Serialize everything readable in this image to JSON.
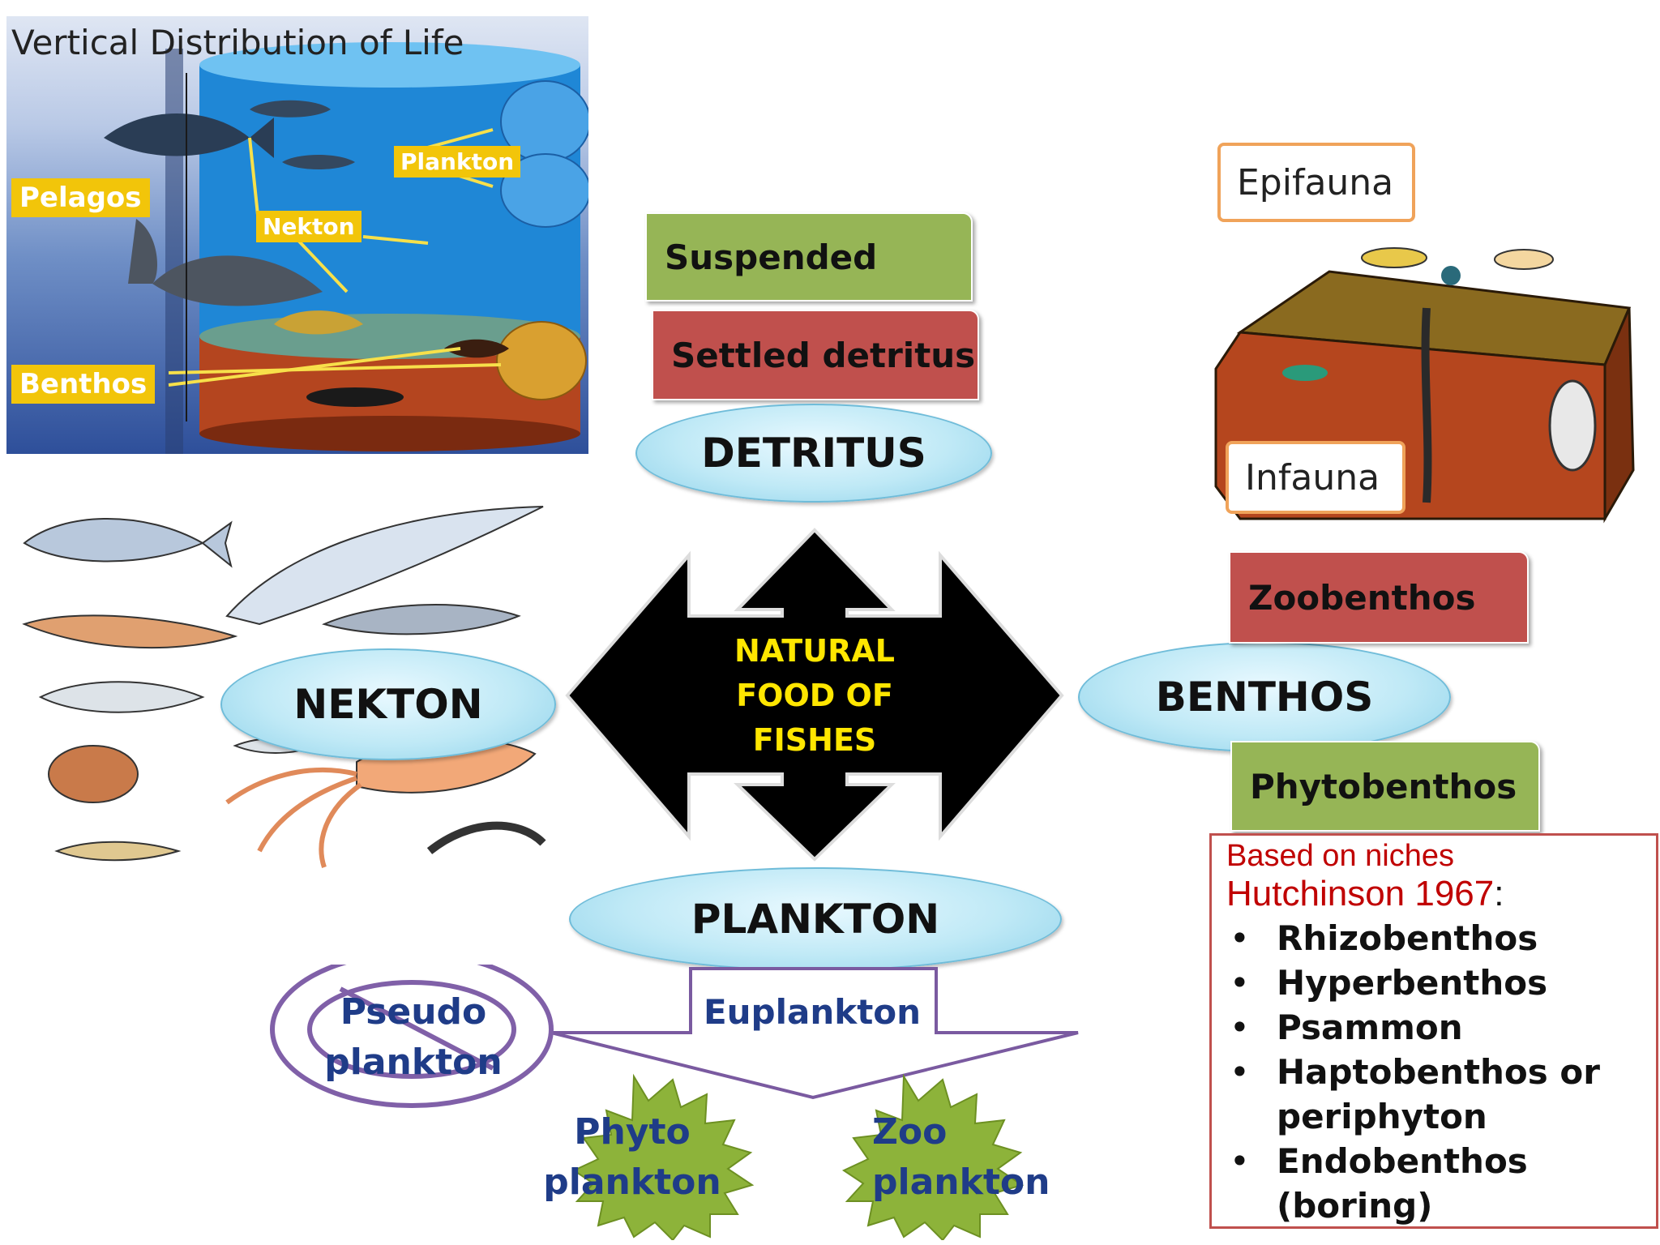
{
  "vertical_distribution": {
    "title": "Vertical Distribution of Life",
    "labels": {
      "pelagos": "Pelagos",
      "benthos": "Benthos",
      "nekton": "Nekton",
      "plankton": "Plankton"
    }
  },
  "fauna": {
    "epifauna": "Epifauna",
    "infauna": "Infauna"
  },
  "center": {
    "line1": "NATURAL",
    "line2": "FOOD OF",
    "line3": "FISHES"
  },
  "nodes": {
    "detritus": "DETRITUS",
    "nekton": "NEKTON",
    "benthos": "BENTHOS",
    "plankton": "PLANKTON"
  },
  "detritus_types": {
    "suspended": "Suspended",
    "settled": "Settled detritus"
  },
  "benthos_types": {
    "zoobenthos": "Zoobenthos",
    "phytobenthos": "Phytobenthos"
  },
  "plankton_types": {
    "euplankton": "Euplankton",
    "pseudo_line1": "Pseudo",
    "pseudo_line2": "plankton",
    "phyto_line1": "Phyto",
    "phyto_line2": "plankton",
    "zoo_line1": "Zoo",
    "zoo_line2": "plankton"
  },
  "niches": {
    "heading": "Based on niches",
    "reference": "Hutchinson 1967",
    "reference_suffix": ":",
    "bullet": "•",
    "items": [
      "Rhizobenthos",
      "Hyperbenthos",
      "Psammon",
      "Haptobenthos or",
      "periphyton",
      "Endobenthos",
      "(boring)"
    ]
  },
  "colors": {
    "tab_green": "#96b556",
    "tab_red": "#c0504d",
    "oval_fill": "#bfe9f6",
    "arrow": "#000000",
    "center_text": "#ffe600",
    "star_green": "#8db33a",
    "pseudo_ring": "#8060a8",
    "niche_red": "#c00000"
  }
}
